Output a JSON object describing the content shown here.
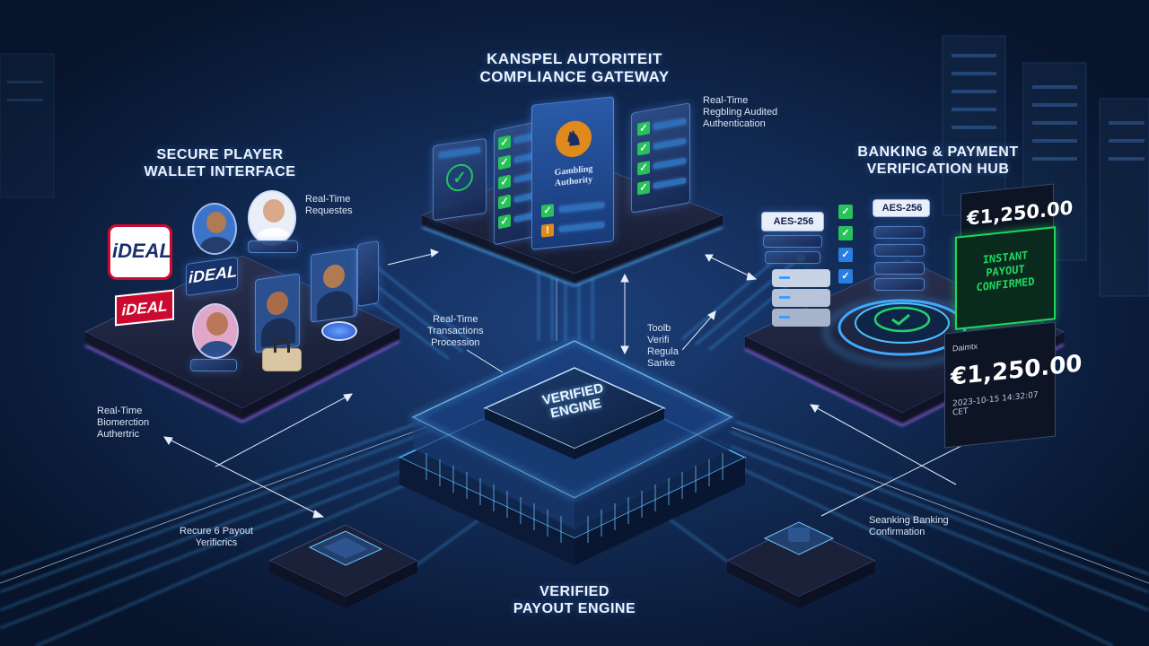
{
  "titles": {
    "gateway": "KANSPEL AUTORITEIT\nCOMPLIANCE GATEWAY",
    "wallet": "SECURE PLAYER\nWALLET INTERFACE",
    "banking": "BANKING & PAYMENT\nVERIFICATION HUB",
    "payout": "VERIFIED\nPAYOUT ENGINE"
  },
  "notes": {
    "gateway_side": [
      "Real-Time",
      "Regbling Audited",
      "Authentication"
    ],
    "wallet_requests": [
      "Real-Time",
      "Requestes"
    ],
    "transactions": [
      "Real-Time",
      "Transactions",
      "Procession"
    ],
    "tools": [
      "Toolb",
      "Verifi",
      "Regula",
      "Sanke"
    ],
    "biometric": [
      "Real-Time",
      "Biomerction",
      "Authertric"
    ],
    "recure": [
      "Recure 6 Payout",
      "Yerificrics"
    ],
    "seanking": [
      "Seanking Banking",
      "Confirmation"
    ]
  },
  "gateway": {
    "seal_text_1": "Gambling",
    "seal_text_2": "Authority"
  },
  "wallet": {
    "ideal_logo": "iDEAL",
    "ideal_badge_1": "iDEAL",
    "ideal_badge_2": "iDEAL"
  },
  "engine": {
    "chip_label": "VERIFIED\nENGINE"
  },
  "banking": {
    "aes_left": "AES-256",
    "aes_right": "AES-256",
    "amount_top": "€1,250.00",
    "stamp_top": "2023-10-15 14:32:07 CET",
    "payout_status": "INSTANT\nPAYOUT\nCONFIRMED",
    "card_label": "Daimtx",
    "amount_bottom": "€1,250.00",
    "stamp_bottom": "2023-10-15 14:32:07 CET"
  },
  "colors": {
    "background": "#0a1a33",
    "accent_blue": "#3fa9ff",
    "accent_purple": "#8b5cf6",
    "check_green": "#27c25a",
    "confirm_green": "#1ed760",
    "ideal_red": "#cc0a2f"
  }
}
